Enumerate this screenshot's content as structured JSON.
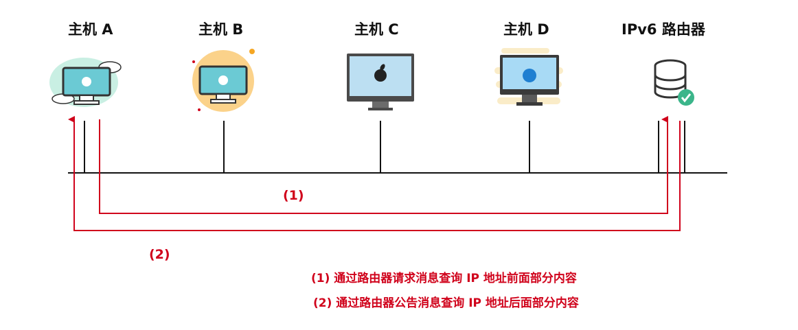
{
  "hosts": [
    {
      "label": "主机 A",
      "icon": "computer-cloud-icon"
    },
    {
      "label": "主机 B",
      "icon": "computer-circle-icon"
    },
    {
      "label": "主机 C",
      "icon": "imac-icon"
    },
    {
      "label": "主机 D",
      "icon": "imac-stripes-icon"
    }
  ],
  "router": {
    "label": "IPv6 路由器",
    "icon": "database-check-icon"
  },
  "arrows": {
    "first": "(1)",
    "second": "(2)"
  },
  "legend": {
    "item1": "(1)  通过路由器请求消息查询 IP 地址前面部分内容",
    "item2": "(2) 通过路由器公告消息查询 IP 地址后面部分内容"
  },
  "colors": {
    "arrow": "#d0021b",
    "line": "#111111"
  }
}
